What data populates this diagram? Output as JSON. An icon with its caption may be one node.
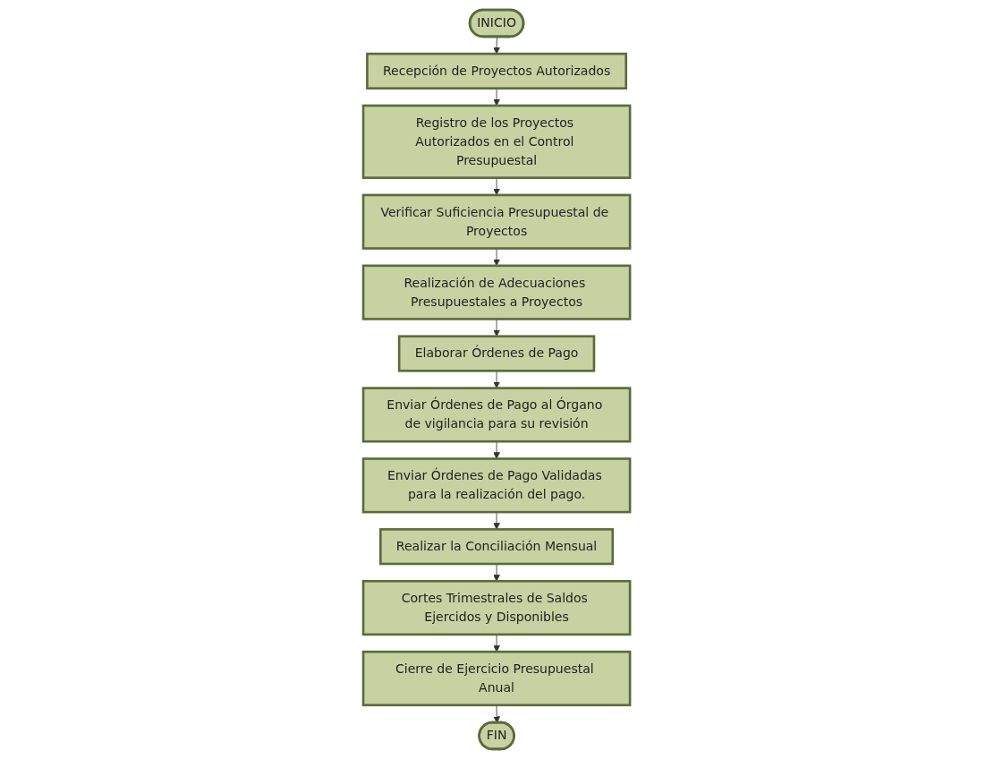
{
  "diagram": {
    "nodes": [
      {
        "text": [
          "INICIO"
        ]
      },
      {
        "text": [
          "Recepción de Proyectos Autorizados"
        ]
      },
      {
        "text": [
          "Registro de los Proyectos Autorizados en el Control Presupuestal"
        ]
      },
      {
        "text": [
          "Verificar Suficiencia Presupuestal de Proyectos"
        ]
      },
      {
        "text": [
          "Realización de Adecuaciones Presupuestales a Proyectos"
        ]
      },
      {
        "text": [
          "Elaborar Órdenes de Pago"
        ]
      },
      {
        "text": [
          "Enviar Órdenes de Pago al Órgano de vigilancia para su revisión"
        ]
      },
      {
        "text": [
          "Enviar Órdenes de Pago Validadas para la realización del pago."
        ]
      },
      {
        "text": [
          "Realizar la Conciliación Mensual"
        ]
      },
      {
        "text": [
          "Cortes Trimestrales de Saldos Ejercidos y Disponibles"
        ]
      },
      {
        "text": [
          "Cierre de Ejercicio Presupuestal Anual"
        ]
      },
      {
        "text": [
          "FIN"
        ]
      }
    ],
    "edges": [
      {
        "from": 0,
        "to": 1,
        "arrow": "to"
      },
      {
        "from": 1,
        "to": 2,
        "arrow": "to"
      },
      {
        "from": 2,
        "to": 3,
        "arrow": "to"
      },
      {
        "from": 3,
        "to": 4,
        "arrow": "to"
      },
      {
        "from": 4,
        "to": 5,
        "arrow": "to"
      },
      {
        "from": 5,
        "to": 6,
        "arrow": "to"
      },
      {
        "from": 6,
        "to": 7,
        "arrow": "to"
      },
      {
        "from": 7,
        "to": 8,
        "arrow": "to"
      },
      {
        "from": 8,
        "to": 9,
        "arrow": "to"
      },
      {
        "from": 9,
        "to": 10,
        "arrow": "to"
      },
      {
        "from": 10,
        "to": 11,
        "arrow": "to"
      }
    ]
  }
}
